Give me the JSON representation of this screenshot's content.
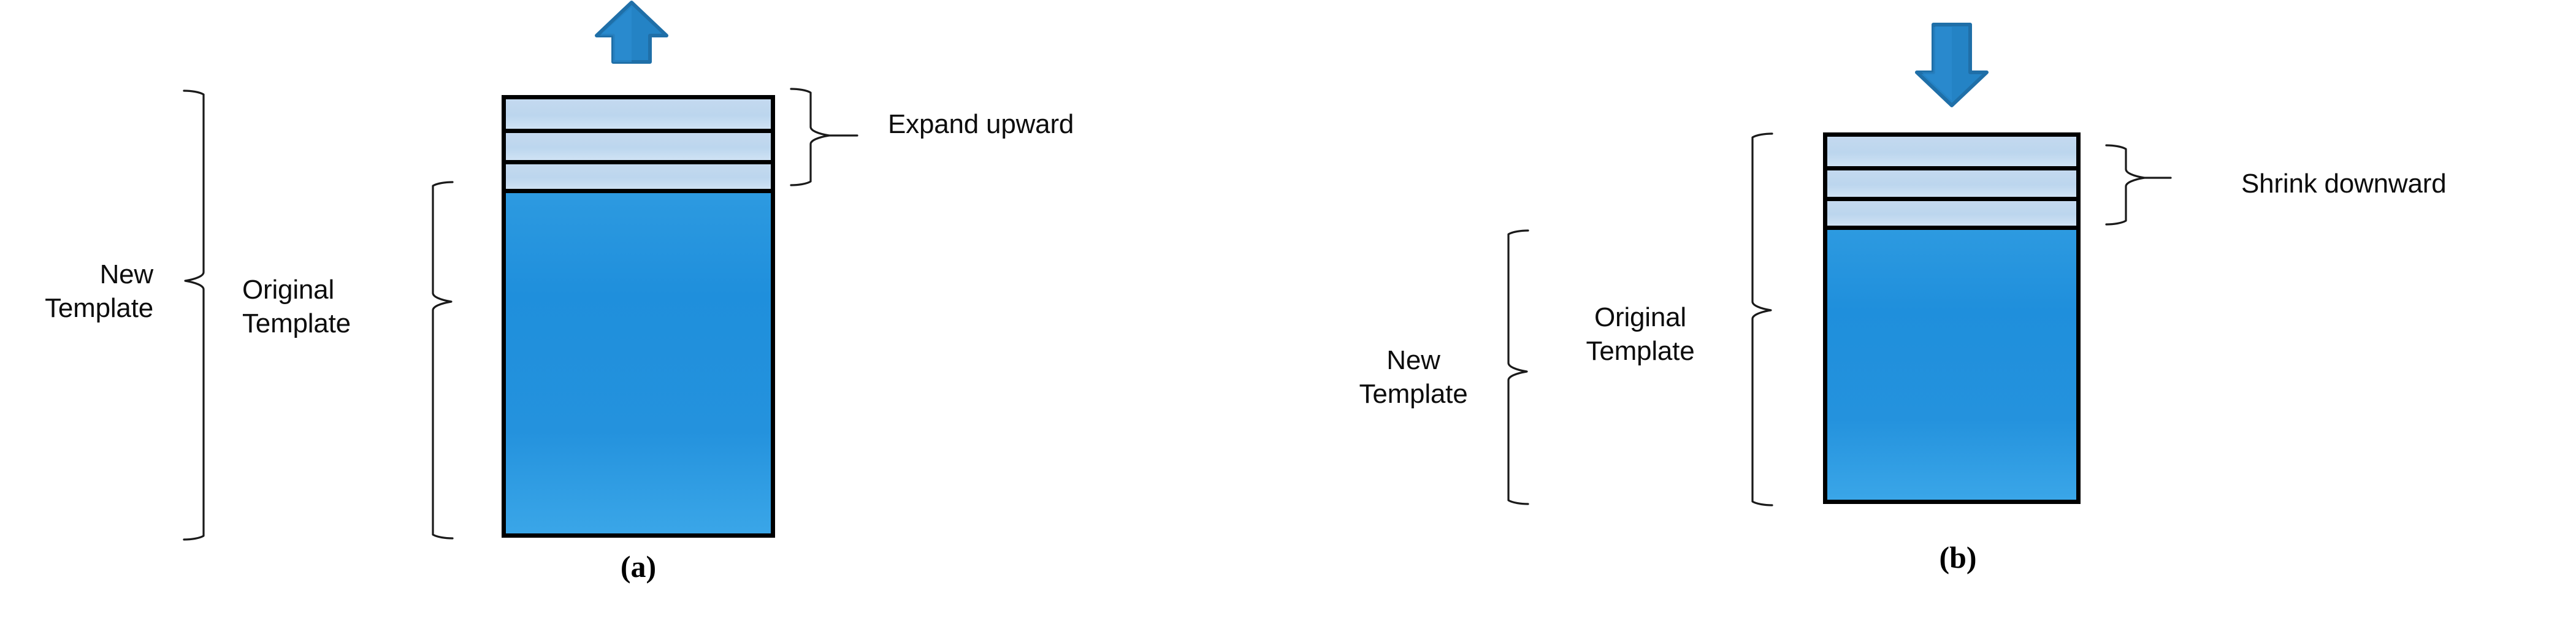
{
  "figure": {
    "background": "#ffffff",
    "stroke_color": "#000000",
    "light_band_color": "#c4d9ef",
    "solid_band_color": "#1f8fdc",
    "arrow_color": "#2483c5"
  },
  "panels": [
    {
      "id": "a",
      "caption": "(a)",
      "arrow": {
        "name": "up-arrow-icon",
        "direction": "up"
      },
      "side_label": "Expand upward",
      "brackets": [
        {
          "name": "new-template-bracket",
          "label": "New\nTemplate",
          "side": "left",
          "spans": "full-bar"
        },
        {
          "name": "original-template-bracket",
          "label": "Original\nTemplate",
          "side": "left",
          "spans": "solid-region"
        },
        {
          "name": "expand-upward-bracket",
          "label": "Expand upward",
          "side": "right",
          "spans": "striped-region"
        }
      ],
      "bands": [
        {
          "type": "light",
          "name": "added-band-1"
        },
        {
          "type": "light",
          "name": "added-band-2"
        },
        {
          "type": "light",
          "name": "added-band-3"
        },
        {
          "type": "solid",
          "name": "original-template-band"
        }
      ]
    },
    {
      "id": "b",
      "caption": "(b)",
      "arrow": {
        "name": "down-arrow-icon",
        "direction": "down"
      },
      "side_label": "Shrink downward",
      "brackets": [
        {
          "name": "new-template-bracket",
          "label": "New\nTemplate",
          "side": "left",
          "spans": "solid-region"
        },
        {
          "name": "original-template-bracket",
          "label": "Original\nTemplate",
          "side": "left",
          "spans": "full-bar"
        },
        {
          "name": "shrink-downward-bracket",
          "label": "Shrink downward",
          "side": "right",
          "spans": "striped-region"
        }
      ],
      "bands": [
        {
          "type": "light",
          "name": "removed-band-1"
        },
        {
          "type": "light",
          "name": "removed-band-2"
        },
        {
          "type": "light",
          "name": "removed-band-3"
        },
        {
          "type": "solid",
          "name": "new-template-band"
        }
      ]
    }
  ],
  "text": {
    "new_template": "New\nTemplate",
    "original_template": "Original\nTemplate",
    "expand_upward": "Expand upward",
    "shrink_downward": "Shrink downward",
    "caption_a": "(a)",
    "caption_b": "(b)"
  }
}
